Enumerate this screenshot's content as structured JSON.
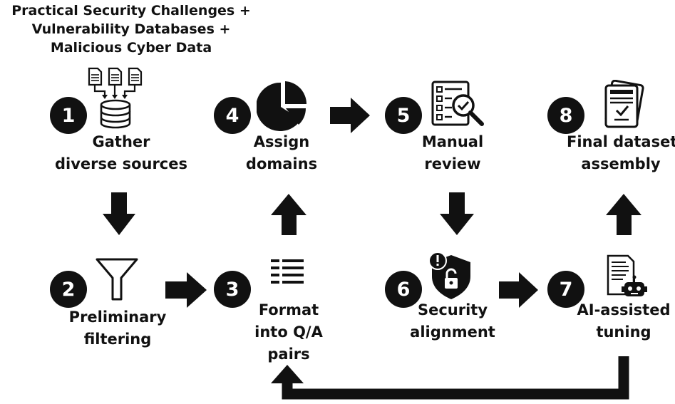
{
  "sources": {
    "lines": [
      "Practical Security Challenges +",
      "Vulnerability Databases +",
      "Malicious Cyber Data"
    ]
  },
  "steps": [
    {
      "number": "1",
      "lines": [
        "Gather",
        "diverse sources"
      ],
      "icon": "database-icon"
    },
    {
      "number": "2",
      "lines": [
        "Preliminary",
        "filtering"
      ],
      "icon": "funnel-icon"
    },
    {
      "number": "3",
      "lines": [
        "Format",
        "into Q/A",
        "pairs"
      ],
      "icon": "list-icon"
    },
    {
      "number": "4",
      "lines": [
        "Assign",
        "domains"
      ],
      "icon": "pie-chart-icon"
    },
    {
      "number": "5",
      "lines": [
        "Manual",
        "review"
      ],
      "icon": "checklist-magnifier-icon"
    },
    {
      "number": "6",
      "lines": [
        "Security",
        "alignment"
      ],
      "icon": "shield-lock-icon"
    },
    {
      "number": "7",
      "lines": [
        "AI-assisted",
        "tuning"
      ],
      "icon": "document-robot-icon"
    },
    {
      "number": "8",
      "lines": [
        "Final dataset",
        "assembly"
      ],
      "icon": "approved-document-icon"
    }
  ],
  "colors": {
    "ink": "#111111",
    "background": "#ffffff"
  }
}
